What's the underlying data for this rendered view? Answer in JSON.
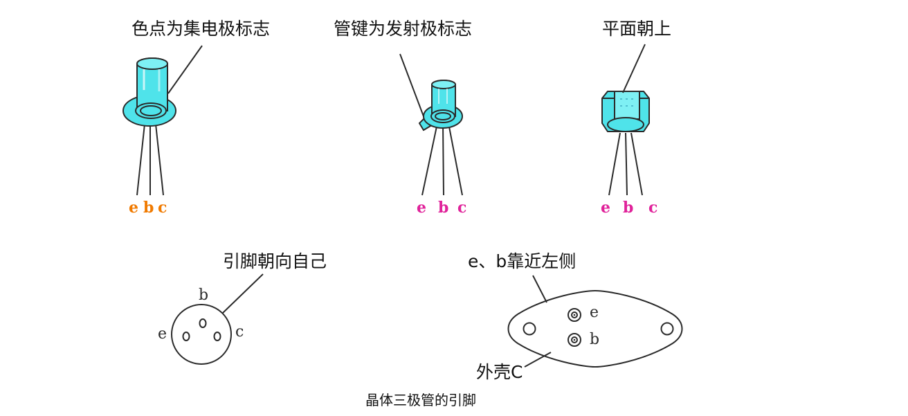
{
  "colors": {
    "body_fill": "#4fe3ea",
    "orange_label": "#f07a00",
    "magenta_label": "#e0229a",
    "line": "#2a2a2a"
  },
  "transistor1": {
    "caption": "色点为集电极标志",
    "leads": [
      "e",
      "b",
      "c"
    ]
  },
  "transistor2": {
    "caption": "管键为发射极标志",
    "leads": [
      "e",
      "b",
      "c"
    ]
  },
  "transistor3": {
    "caption": "平面朝上",
    "leads": [
      "e",
      "b",
      "c"
    ]
  },
  "bottom_view": {
    "caption": "引脚朝向自己",
    "pins": [
      "b",
      "e",
      "c"
    ]
  },
  "power_transistor": {
    "caption_top": "e、b靠近左侧",
    "pin_e": "e",
    "pin_b": "b",
    "caption_case": "外壳C"
  },
  "figure_title": "晶体三极管的引脚"
}
